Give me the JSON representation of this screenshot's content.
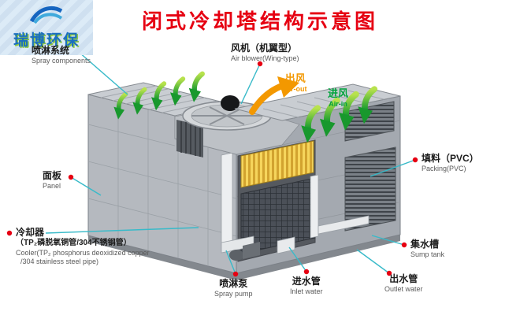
{
  "title": "闭式冷却塔结构示意图",
  "logo": {
    "name": "瑞博环保"
  },
  "colors": {
    "title": "#e60012",
    "leader": "#38bac9",
    "marker": "#e60012",
    "air_out": "#f39800",
    "air_in": "#00a33c",
    "logo_blue": "#1a6fc0",
    "logo_green": "#8cc63f"
  },
  "labels": {
    "spray": {
      "zh": "喷淋系统",
      "en": "Spray components"
    },
    "blower": {
      "zh": "风机（机翼型）",
      "en": "Air blower(Wing-type)"
    },
    "air_out": {
      "zh": "出风",
      "en": "Air-out"
    },
    "air_in": {
      "zh": "进风",
      "en": "Air-in"
    },
    "panel": {
      "zh": "面板",
      "en": "Panel"
    },
    "packing": {
      "zh": "填料（PVC）",
      "en": "Packing(PVC)"
    },
    "cooler": {
      "zh": "冷却器",
      "zh_detail": "（TP₂磷脱氧铜管/304不锈钢管）",
      "en1": "Cooler(TP₂ phosphorus deoxidized copper",
      "en2": "/304 stainless steel pipe)"
    },
    "pump": {
      "zh": "喷淋泵",
      "en": "Spray pump"
    },
    "inlet": {
      "zh": "进水管",
      "en": "Inlet water"
    },
    "outlet": {
      "zh": "出水管",
      "en": "Outlet water"
    },
    "sump": {
      "zh": "集水槽",
      "en": "Sump tank"
    }
  }
}
